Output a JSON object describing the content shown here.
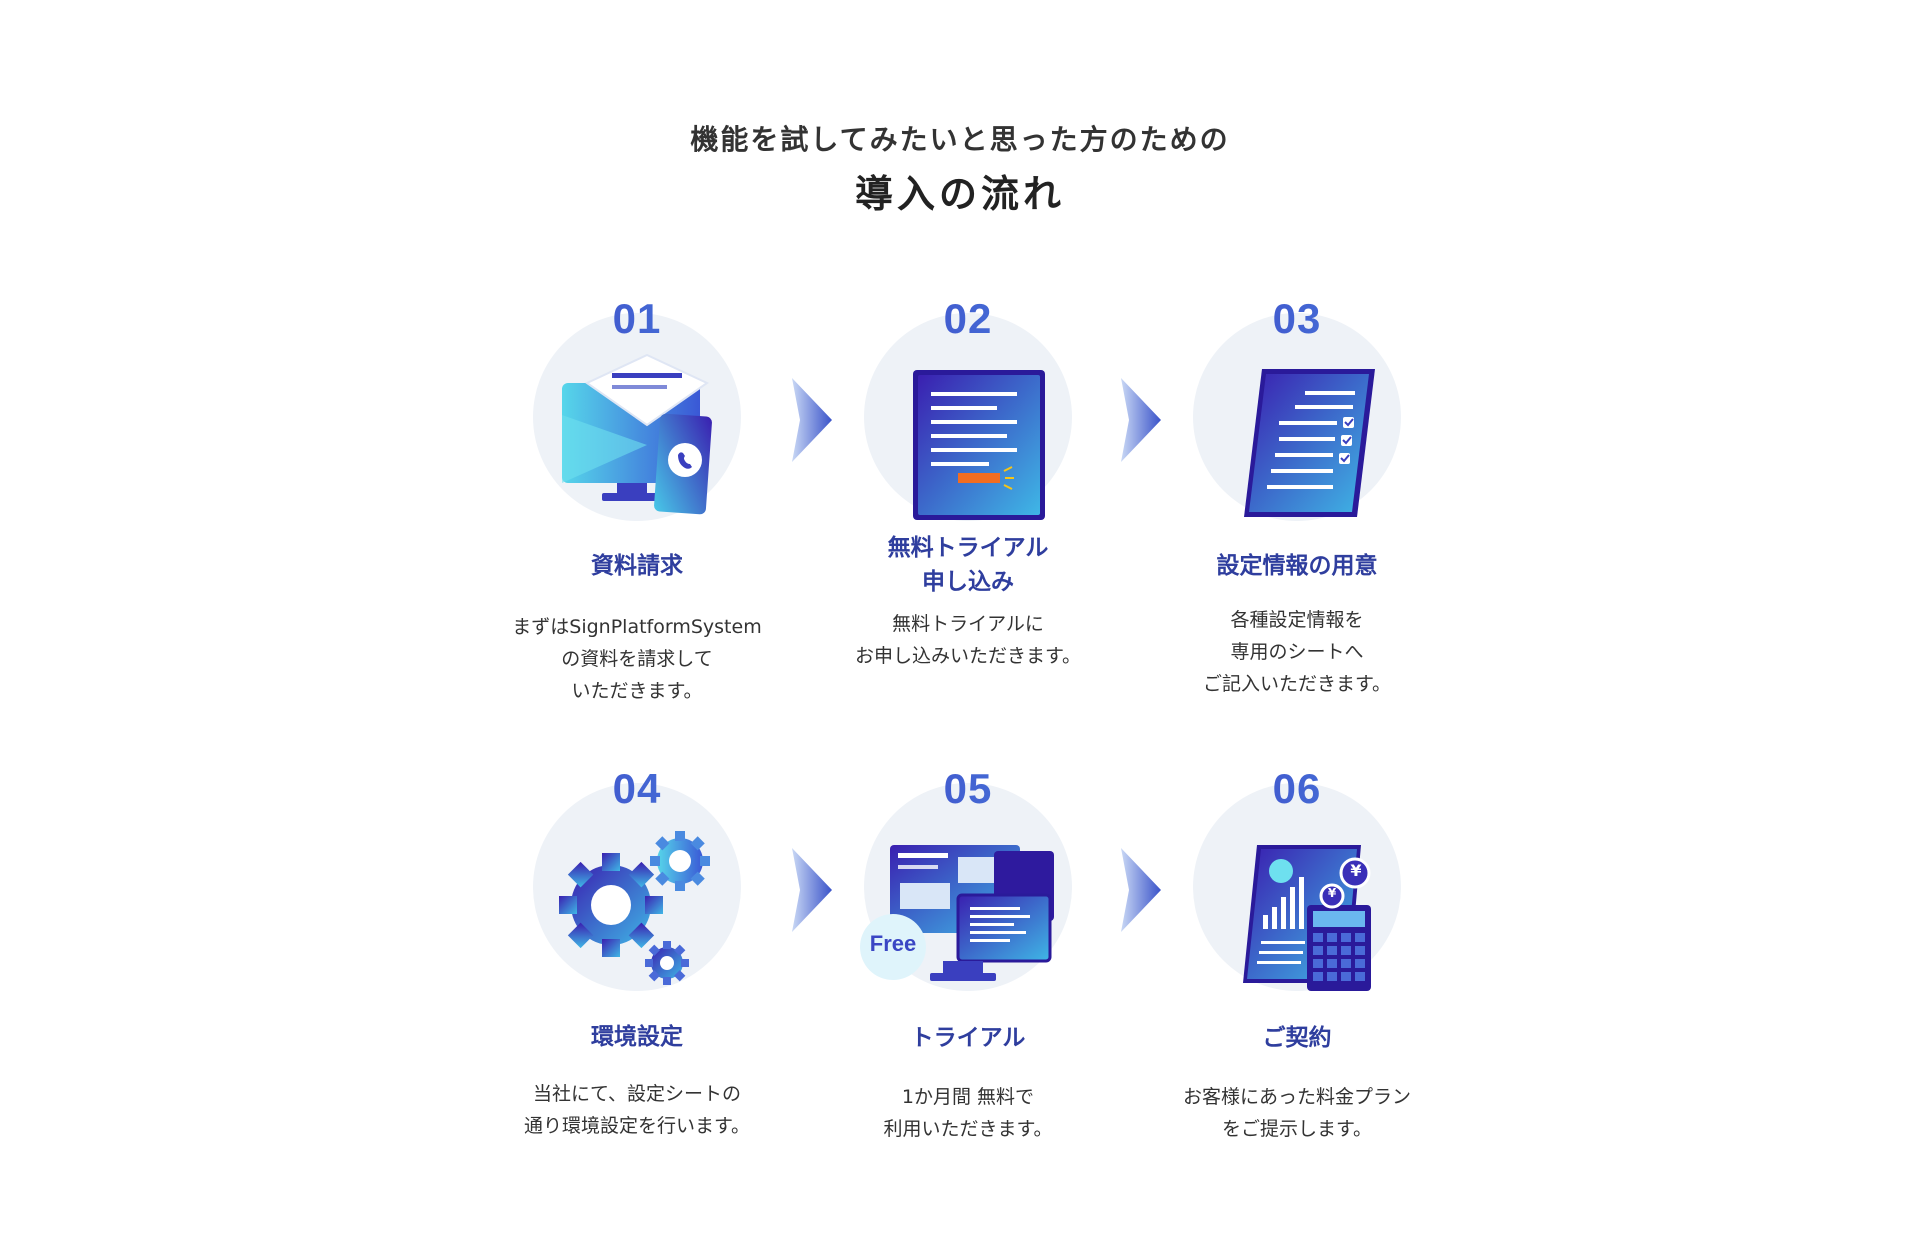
{
  "header": {
    "subtitle": "機能を試してみたいと思った方のための",
    "title": "導入の流れ"
  },
  "steps": [
    {
      "number": "01",
      "label": "資料請求",
      "desc": [
        "まずはSignPlatformSystem",
        "の資料を請求して",
        "いただきます。"
      ],
      "icon": "mail-device-icon"
    },
    {
      "number": "02",
      "label": [
        "無料トライアル",
        "申し込み"
      ],
      "desc": [
        "無料トライアルに",
        "お申し込みいただきます。"
      ],
      "icon": "tablet-form-icon"
    },
    {
      "number": "03",
      "label": "設定情報の用意",
      "desc": [
        "各種設定情報を",
        "専用のシートへ",
        "ご記入いただきます。"
      ],
      "icon": "checklist-sheet-icon"
    },
    {
      "number": "04",
      "label": "環境設定",
      "desc": [
        "当社にて、設定シートの",
        "通り環境設定を行います。"
      ],
      "icon": "gears-icon"
    },
    {
      "number": "05",
      "label": "トライアル",
      "desc": [
        "1か月間 無料で",
        "利用いただきます。"
      ],
      "icon": "free-monitor-icon",
      "badge": "Free"
    },
    {
      "number": "06",
      "label": "ご契約",
      "desc": [
        "お客様にあった料金プラン",
        "をご提示します。"
      ],
      "icon": "calculator-invoice-icon",
      "currency": "¥"
    }
  ],
  "colors": {
    "accent_dark": "#2f3e9e",
    "gradient_start": "#3b1fb0",
    "gradient_end": "#4fd3e8",
    "circle_bg": "#eef2f7"
  }
}
